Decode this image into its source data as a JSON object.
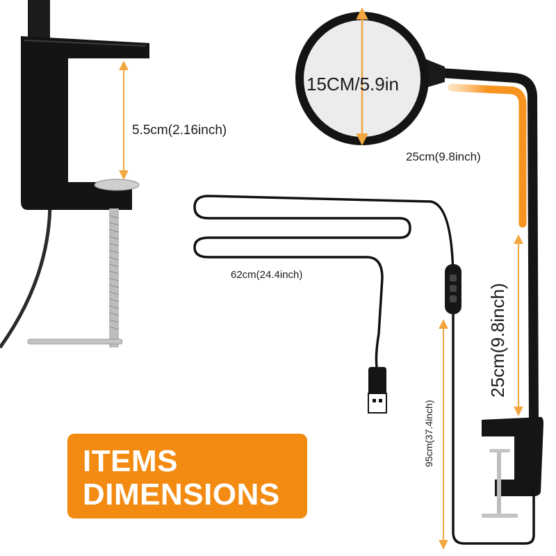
{
  "dimensions": {
    "clamp_opening": "5.5cm(2.16inch)",
    "magnifier_diameter": "15CM/5.9in",
    "upper_arm": "25cm(9.8inch)",
    "cable": "62cm(24.4inch)",
    "lower_arm": "25cm(9.8inch)",
    "total_height": "95cm(37.4inch)"
  },
  "badge": {
    "line1": "ITEMS",
    "line2": "DIMENSIONS"
  },
  "colors": {
    "accent": "#f38a12",
    "arrow": "#f2a640",
    "device": "#111111"
  }
}
